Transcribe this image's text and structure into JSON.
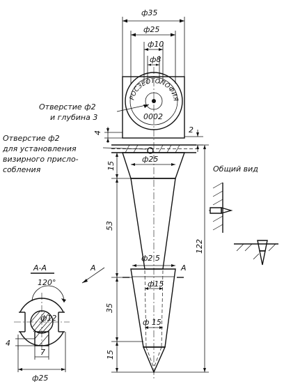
{
  "dims": {
    "d35": "ф35",
    "d25_top": "ф25",
    "d10": "ф10",
    "d8": "ф8",
    "h4": "4",
    "h2": "2",
    "d25_mid": "ф25",
    "h15_top": "15",
    "h53": "53",
    "h122": "122",
    "d25_low": "ф2 5",
    "d15_a": "ф15",
    "d15_b": "ф 15",
    "h35": "35",
    "h15_bot": "15"
  },
  "callouts": {
    "hole_depth_line1": "Отверстие ф2",
    "hole_depth_line2": "и глубина 3",
    "hole_sight_line1": "Отверстие ф2",
    "hole_sight_line2": "для установления",
    "hole_sight_line3": "визирного присло-",
    "hole_sight_line4": "собления"
  },
  "disc": {
    "arc_text": "РОСЗЕОТОПОФИЯ",
    "number": "0002"
  },
  "general_view": {
    "label": "Общий вид"
  },
  "section": {
    "label": "А-А",
    "angle": "120°",
    "cut_left": "А",
    "cut_right": "А",
    "d12": "ф12",
    "h4": "4",
    "w7": "7",
    "d25": "ф25"
  }
}
